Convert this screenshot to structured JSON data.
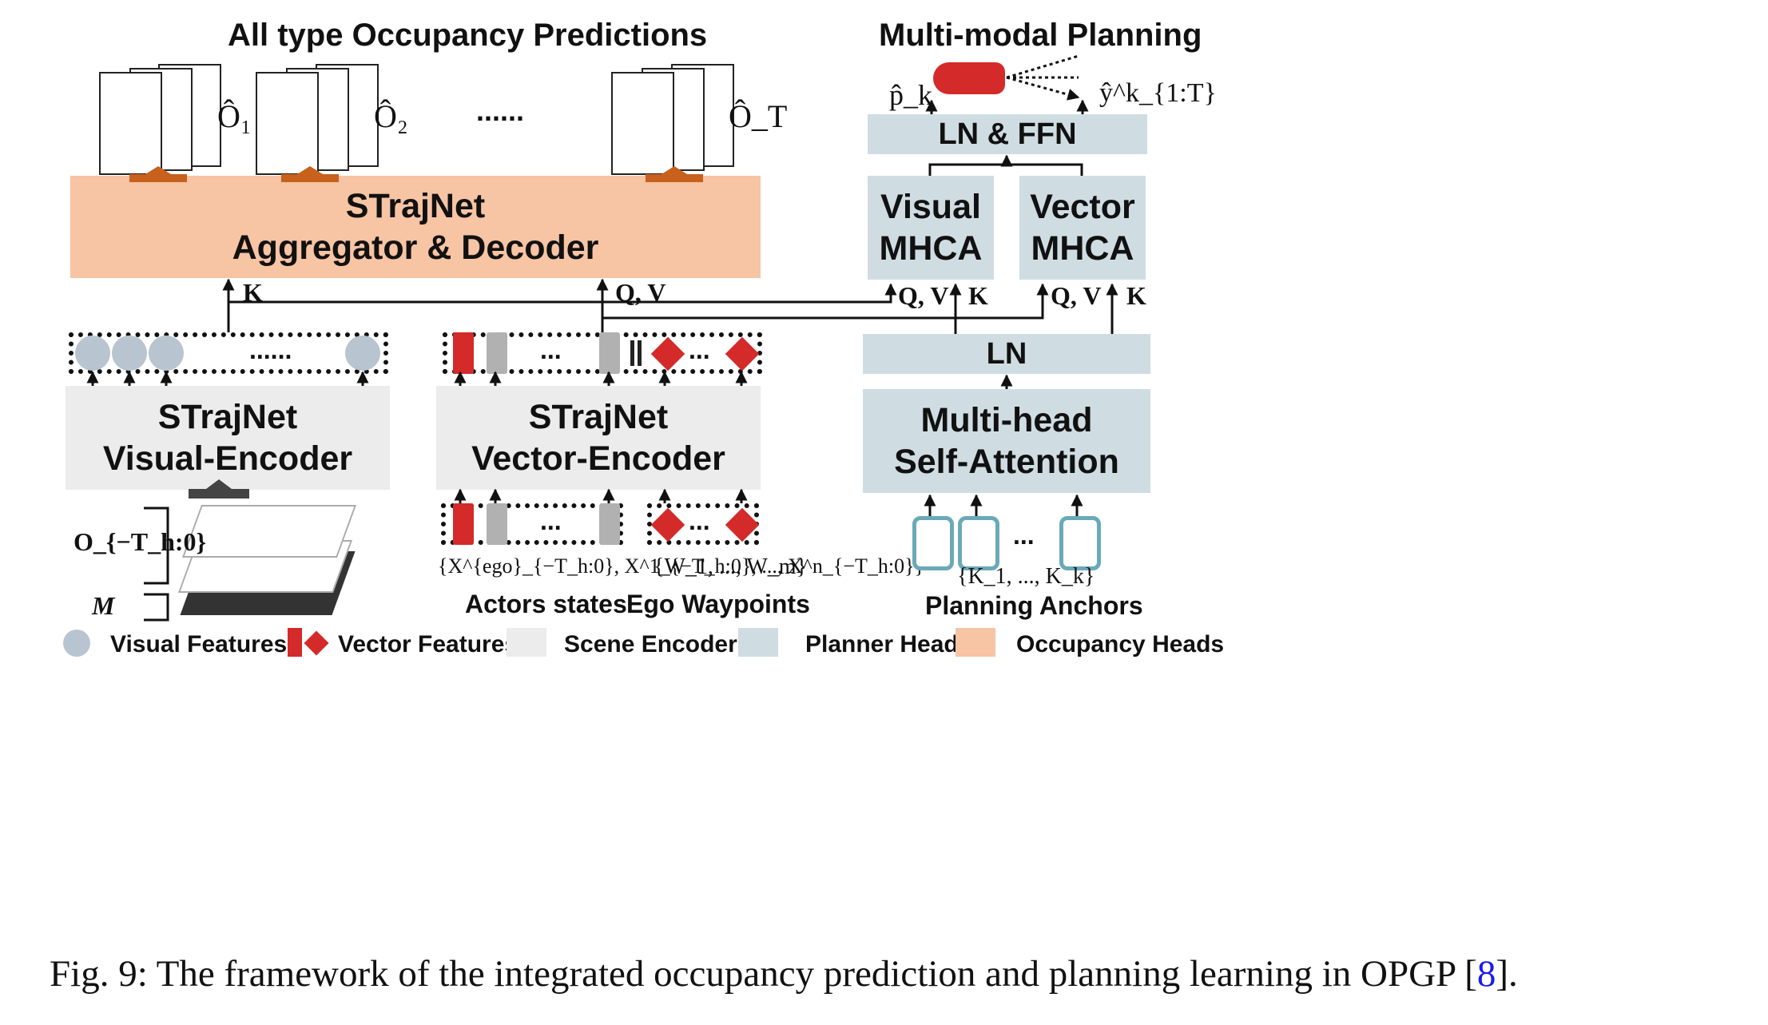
{
  "titles": {
    "occupancy": "All type Occupancy Predictions",
    "planning": "Multi-modal Planning"
  },
  "occupancy_outputs": [
    "Ô₁",
    "Ô₂",
    "Ô_T"
  ],
  "ellipsis": "......",
  "small_ellipsis": "...",
  "blocks": {
    "aggregator": {
      "line1": "STrajNet",
      "line2": "Aggregator & Decoder"
    },
    "visual_encoder": {
      "line1": "STrajNet",
      "line2": "Visual-Encoder"
    },
    "vector_encoder": {
      "line1": "STrajNet",
      "line2": "Vector-Encoder"
    },
    "ln_ffn": "LN & FFN",
    "visual_mhca": {
      "line1": "Visual",
      "line2": "MHCA"
    },
    "vector_mhca": {
      "line1": "Vector",
      "line2": "MHCA"
    },
    "ln": "LN",
    "self_attention": {
      "line1": "Multi-head",
      "line2": "Self-Attention"
    }
  },
  "arrow_labels": {
    "k": "K",
    "qv": "Q, V"
  },
  "planning_outputs": {
    "prob": "p̂_k",
    "traj": "ŷ^k_{1:T}"
  },
  "inputs": {
    "occupancy_history": "O_{−T_h:0}",
    "map": "M",
    "actor_states_formula": "{X^{ego}_{−T_h:0}, X^1_{−T_h:0}, ..., X^n_{−T_h:0}}",
    "waypoints_formula": "{W_1, ..., W_m}",
    "anchors_formula": "{K_1, ..., K_k}"
  },
  "input_labels": {
    "actors": "Actors states",
    "waypoints": "Ego Waypoints",
    "anchors": "Planning Anchors"
  },
  "legend": [
    {
      "label": "Visual Features",
      "color": "#b9c4d1"
    },
    {
      "label": "Vector Features",
      "color": "#d42a2a"
    },
    {
      "label": "Scene Encoders",
      "color": "#ececec"
    },
    {
      "label": "Planner Heads",
      "color": "#cfdde3"
    },
    {
      "label": "Occupancy Heads",
      "color": "#f7c4a4"
    }
  ],
  "caption": {
    "text": "Fig. 9: The framework of the integrated occupancy prediction and planning learning in OPGP [",
    "ref": "8",
    "end": "]."
  },
  "colors": {
    "occupancy": "#f7c4a4",
    "planner": "#cfdde3",
    "encoder": "#ececec",
    "vector_red": "#d42a2a",
    "upsample_arrow": "#c8611c",
    "anchor_outline": "#6aa9b8"
  }
}
